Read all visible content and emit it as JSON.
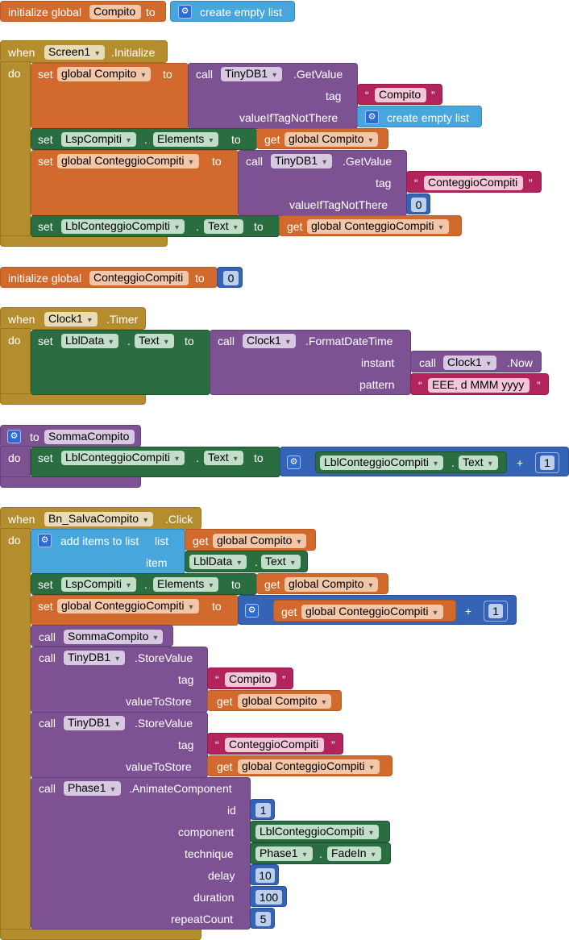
{
  "init1": {
    "label": "initialize global",
    "name": "Compito",
    "to": "to",
    "value": "create empty list"
  },
  "screen_init": {
    "when": "when",
    "component": "Screen1",
    "event": ".Initialize",
    "do": "do",
    "s1": {
      "set": "set",
      "var": "global Compito",
      "to": "to",
      "call": "call",
      "db": "TinyDB1",
      "method": ".GetValue",
      "tag_lbl": "tag",
      "tag_val": "Compito",
      "vint_lbl": "valueIfTagNotThere",
      "vint_val": "create empty list"
    },
    "s2": {
      "set": "set",
      "comp": "LspCompiti",
      "dot": ".",
      "prop": "Elements",
      "to": "to",
      "get": "get",
      "var": "global Compito"
    },
    "s3": {
      "set": "set",
      "var": "global ConteggioCompiti",
      "to": "to",
      "call": "call",
      "db": "TinyDB1",
      "method": ".GetValue",
      "tag_lbl": "tag",
      "tag_val": "ConteggioCompiti",
      "vint_lbl": "valueIfTagNotThere",
      "vint_val": "0"
    },
    "s4": {
      "set": "set",
      "comp": "LblConteggioCompiti",
      "dot": ".",
      "prop": "Text",
      "to": "to",
      "get": "get",
      "var": "global ConteggioCompiti"
    }
  },
  "init2": {
    "label": "initialize global",
    "name": "ConteggioCompiti",
    "to": "to",
    "value": "0"
  },
  "clock": {
    "when": "when",
    "component": "Clock1",
    "event": ".Timer",
    "do": "do",
    "set": "set",
    "comp": "LblData",
    "dot": ".",
    "prop": "Text",
    "to": "to",
    "call": "call",
    "clk": "Clock1",
    "method": ".FormatDateTime",
    "instant_lbl": "instant",
    "call2": "call",
    "clk2": "Clock1",
    "now": ".Now",
    "pattern_lbl": "pattern",
    "pattern_val": "EEE, d MMM yyyy"
  },
  "proc": {
    "to": "to",
    "name": "SommaCompito",
    "do": "do",
    "set": "set",
    "comp": "LblConteggioCompiti",
    "dot": ".",
    "prop": "Text",
    "to2": "to",
    "comp2": "LblConteggioCompiti",
    "dot2": ".",
    "prop2": "Text",
    "plus": "+",
    "num": "1"
  },
  "click": {
    "when": "when",
    "component": "Bn_SalvaCompito",
    "event": ".Click",
    "do": "do",
    "add": {
      "label": "add items to list",
      "list_lbl": "list",
      "get": "get",
      "var": "global Compito",
      "item_lbl": "item",
      "comp": "LblData",
      "dot": ".",
      "prop": "Text"
    },
    "s2": {
      "set": "set",
      "comp": "LspCompiti",
      "dot": ".",
      "prop": "Elements",
      "to": "to",
      "get": "get",
      "var": "global Compito"
    },
    "s3": {
      "set": "set",
      "var": "global ConteggioCompiti",
      "to": "to",
      "get": "get",
      "var2": "global ConteggioCompiti",
      "plus": "+",
      "num": "1"
    },
    "c1": {
      "call": "call",
      "name": "SommaCompito"
    },
    "c2": {
      "call": "call",
      "db": "TinyDB1",
      "method": ".StoreValue",
      "tag_lbl": "tag",
      "tag_val": "Compito",
      "vts_lbl": "valueToStore",
      "get": "get",
      "var": "global Compito"
    },
    "c3": {
      "call": "call",
      "db": "TinyDB1",
      "method": ".StoreValue",
      "tag_lbl": "tag",
      "tag_val": "ConteggioCompiti",
      "vts_lbl": "valueToStore",
      "get": "get",
      "var": "global ConteggioCompiti"
    },
    "c4": {
      "call": "call",
      "comp": "Phase1",
      "method": ".AnimateComponent",
      "id_lbl": "id",
      "id_val": "1",
      "component_lbl": "component",
      "component_val": "LblConteggioCompiti",
      "technique_lbl": "technique",
      "tech_comp": "Phase1",
      "tech_dot": ".",
      "tech_val": "FadeIn",
      "delay_lbl": "delay",
      "delay_val": "10",
      "duration_lbl": "duration",
      "duration_val": "100",
      "repeat_lbl": "repeatCount",
      "repeat_val": "5"
    }
  }
}
